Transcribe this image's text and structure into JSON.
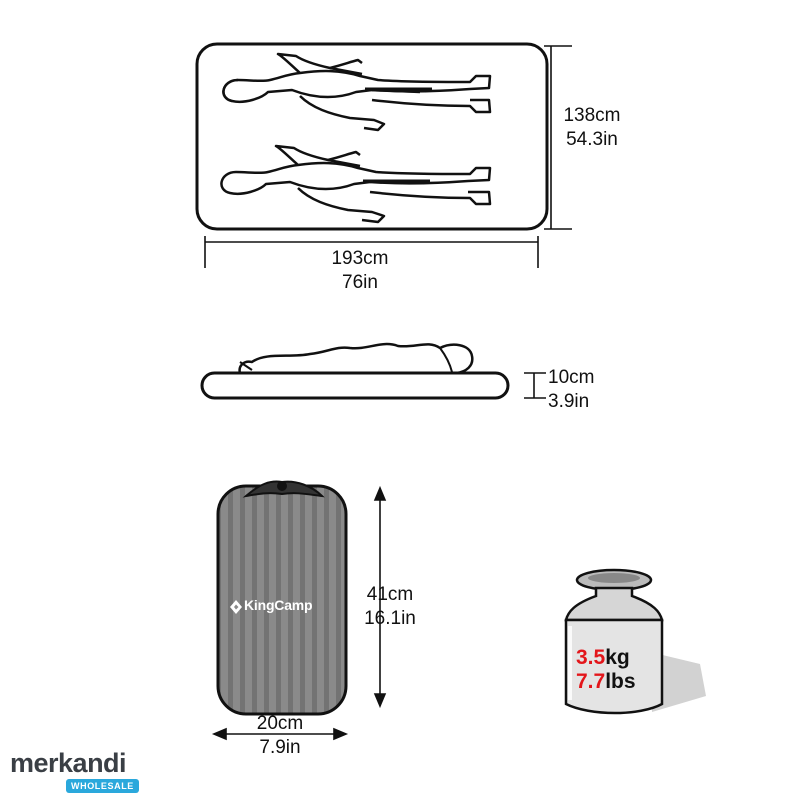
{
  "colors": {
    "line": "#111111",
    "mat_fill": "#ffffff",
    "bag_fill": "#808080",
    "weight_number": "#e3161b",
    "watermark_badge": "#2aa8dc"
  },
  "top_view": {
    "width": {
      "cm": "193cm",
      "in": "76in"
    },
    "depth": {
      "cm": "138cm",
      "in": "54.3in"
    }
  },
  "side_view": {
    "thickness": {
      "cm": "10cm",
      "in": "3.9in"
    }
  },
  "packed": {
    "brand": "KingCamp",
    "height": {
      "cm": "41cm",
      "in": "16.1in"
    },
    "diameter": {
      "cm": "20cm",
      "in": "7.9in"
    }
  },
  "weight": {
    "kg_value": "3.5",
    "kg_unit": "kg",
    "lbs_value": "7.7",
    "lbs_unit": "lbs"
  },
  "watermark": {
    "name": "merkandi",
    "badge": "WHOLESALE"
  }
}
